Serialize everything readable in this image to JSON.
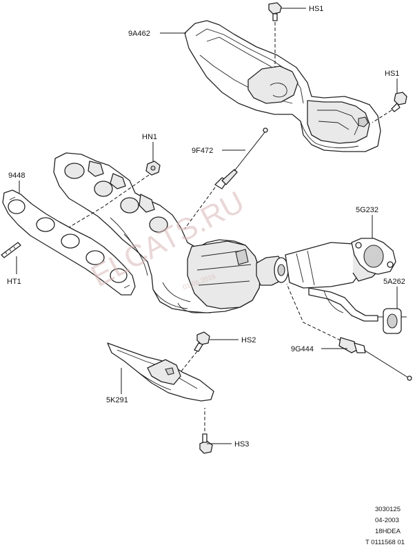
{
  "diagram": {
    "callouts": [
      {
        "id": "hs1_top",
        "label": "HS1"
      },
      {
        "id": "heat_shield_upper",
        "label": "9A462"
      },
      {
        "id": "hs1_right",
        "label": "HS1"
      },
      {
        "id": "hn1",
        "label": "HN1"
      },
      {
        "id": "oxygen_sensor_upper",
        "label": "9F472"
      },
      {
        "id": "gasket",
        "label": "9448"
      },
      {
        "id": "ht1",
        "label": "HT1"
      },
      {
        "id": "flange_gasket",
        "label": "5G232"
      },
      {
        "id": "insulator",
        "label": "5A262"
      },
      {
        "id": "hs2",
        "label": "HS2"
      },
      {
        "id": "oxygen_sensor_lower",
        "label": "9G444"
      },
      {
        "id": "heat_shield_lower",
        "label": "5K291"
      },
      {
        "id": "hs3",
        "label": "HS3"
      }
    ],
    "watermark": {
      "text": "ELCATS.RU",
      "date": "01.06.2016"
    },
    "footer": {
      "lines": [
        "3030125",
        "04-2003",
        "18HDEA",
        "T 0111568 01"
      ]
    }
  }
}
